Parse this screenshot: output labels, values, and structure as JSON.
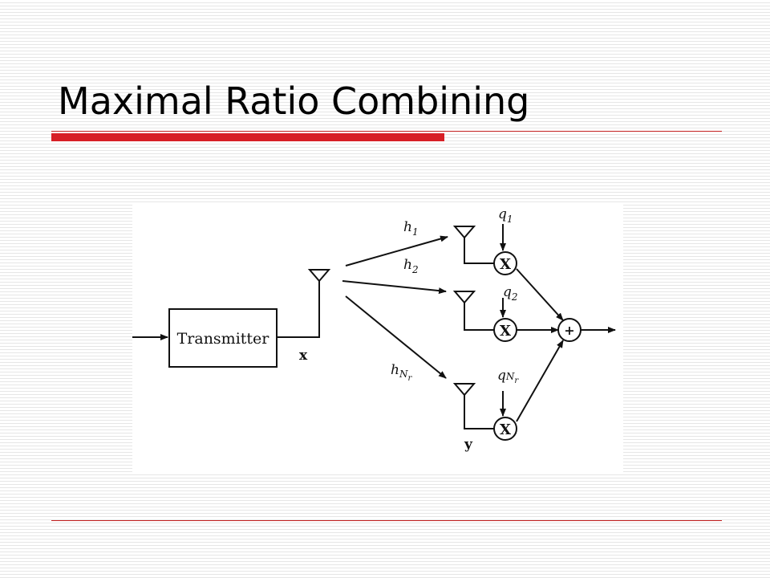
{
  "slide": {
    "title": "Maximal Ratio Combining"
  },
  "diagram": {
    "transmitter_label": "Transmitter",
    "tx_signal_label": "x",
    "rx_output_label": "y",
    "channels": [
      {
        "base": "h",
        "sub": "1",
        "subsub": ""
      },
      {
        "base": "h",
        "sub": "2",
        "subsub": ""
      },
      {
        "base": "h",
        "sub": "N",
        "subsub": "r"
      }
    ],
    "weights": [
      {
        "base": "q",
        "sub": "1",
        "subsub": ""
      },
      {
        "base": "q",
        "sub": "2",
        "subsub": ""
      },
      {
        "base": "q",
        "sub": "N",
        "subsub": "r"
      }
    ],
    "multiplier_symbol": "X",
    "combiner_symbol": "+"
  },
  "colors": {
    "accent_red": "#d71f26",
    "diagram_ink": "#111111"
  }
}
